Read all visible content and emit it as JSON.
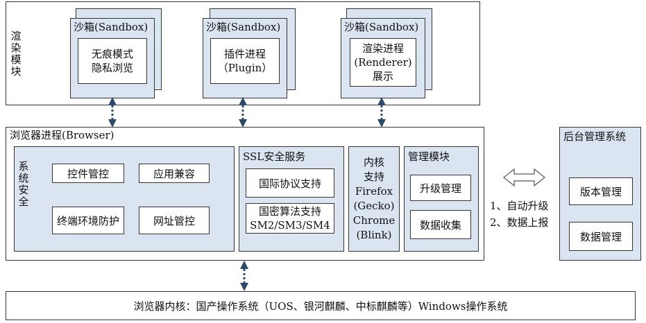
{
  "render_module": {
    "label": "渲染模块",
    "sandboxes": [
      {
        "header": "沙箱(Sandbox)",
        "lines": [
          "无痕模式",
          "隐私浏览"
        ]
      },
      {
        "header": "沙箱(Sandbox)",
        "lines": [
          "插件进程",
          "（Plugin）"
        ]
      },
      {
        "header": "沙箱(Sandbox)",
        "lines": [
          "渲染进程",
          "(Renderer)",
          "展示"
        ]
      }
    ]
  },
  "browser": {
    "title": "浏览器进程(Browser)",
    "system_security": {
      "label": "系统安全",
      "items": [
        "控件管控",
        "应用兼容",
        "终端环境防护",
        "网址管控"
      ]
    },
    "ssl": {
      "title": "SSL安全服务",
      "items": [
        {
          "lines": [
            "国际协议支持"
          ]
        },
        {
          "lines": [
            "国密算法支持",
            "SM2/SM3/SM4"
          ]
        }
      ]
    },
    "kernel": {
      "lines": [
        "内核",
        "支持",
        "Firefox",
        "(Gecko)",
        "Chrome",
        "(Blink)"
      ]
    },
    "management": {
      "title": "管理模块",
      "items": [
        "升级管理",
        "数据收集"
      ]
    }
  },
  "link_labels": [
    "1、自动升级",
    "2、数据上报"
  ],
  "backend": {
    "title": "后台管理系统",
    "items": [
      "版本管理",
      "数据管理"
    ]
  },
  "kernel_bar": {
    "text": "浏览器内核：国产操作系统（UOS、银河麒麟、中标麒麟等）Windows操作系统"
  },
  "colors": {
    "panel_fill": "#dbe5f1",
    "arrow": "#2e4a6b",
    "border": "#333333"
  }
}
